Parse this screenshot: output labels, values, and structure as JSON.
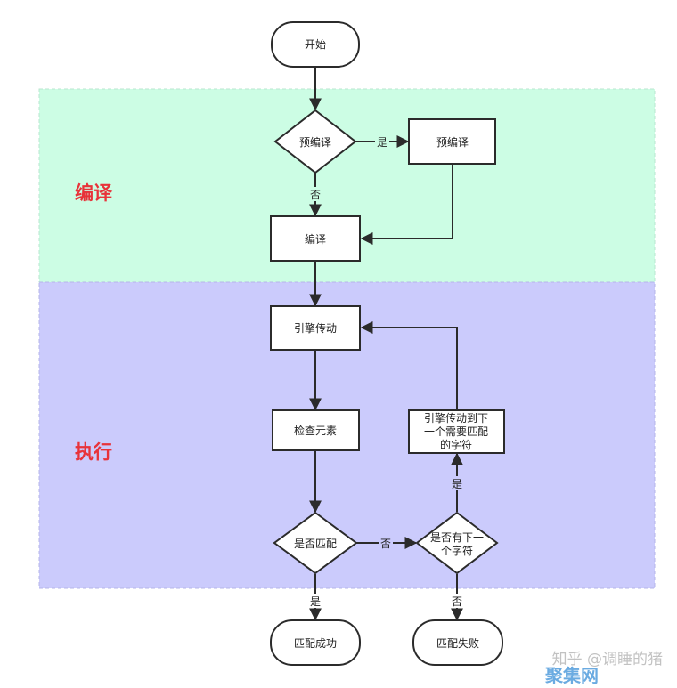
{
  "colors": {
    "compile_band": "#ccfde4",
    "exec_band": "#cbcbfc",
    "section_label": "#e8333a",
    "stroke": "#2b2b2b"
  },
  "sections": {
    "compile": "编译",
    "execute": "执行"
  },
  "nodes": {
    "start": "开始",
    "precompile_q": "预编译",
    "precompile": "预编译",
    "compile": "编译",
    "engine_drive": "引擎传动",
    "check_element": "检查元素",
    "engine_next_1": "引擎传动到下",
    "engine_next_2": "一个需要匹配",
    "engine_next_3": "的字符",
    "match_q": "是否匹配",
    "has_next_1": "是否有下一",
    "has_next_2": "个字符",
    "match_success": "匹配成功",
    "match_fail": "匹配失败"
  },
  "edges": {
    "yes": "是",
    "no": "否"
  },
  "watermark": {
    "line1": "知乎 @调睡的猪",
    "line2": "聚集网"
  }
}
